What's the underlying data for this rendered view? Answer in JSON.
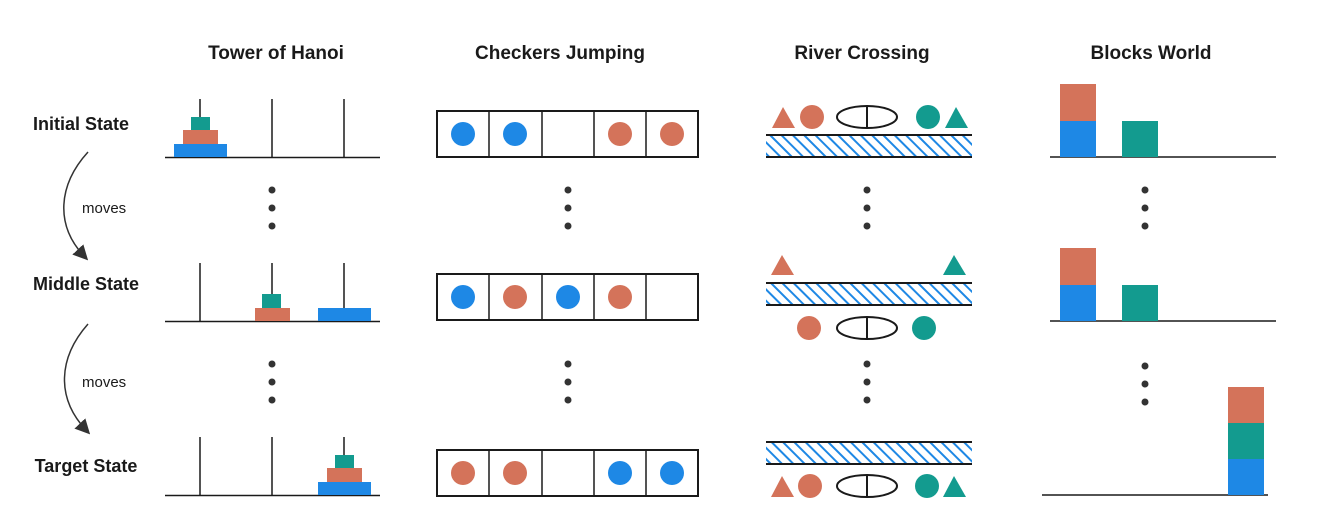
{
  "columns": {
    "hanoi": "Tower of Hanoi",
    "checkers": "Checkers Jumping",
    "river": "River Crossing",
    "blocks": "Blocks World"
  },
  "rows": {
    "initial": "Initial State",
    "middle": "Middle State",
    "target": "Target State"
  },
  "transitions": {
    "first": "moves",
    "second": "moves"
  },
  "colors": {
    "blue": "#1e88e5",
    "orange": "#d4735a",
    "teal": "#139b8f",
    "ink": "#1a1a1a"
  }
}
